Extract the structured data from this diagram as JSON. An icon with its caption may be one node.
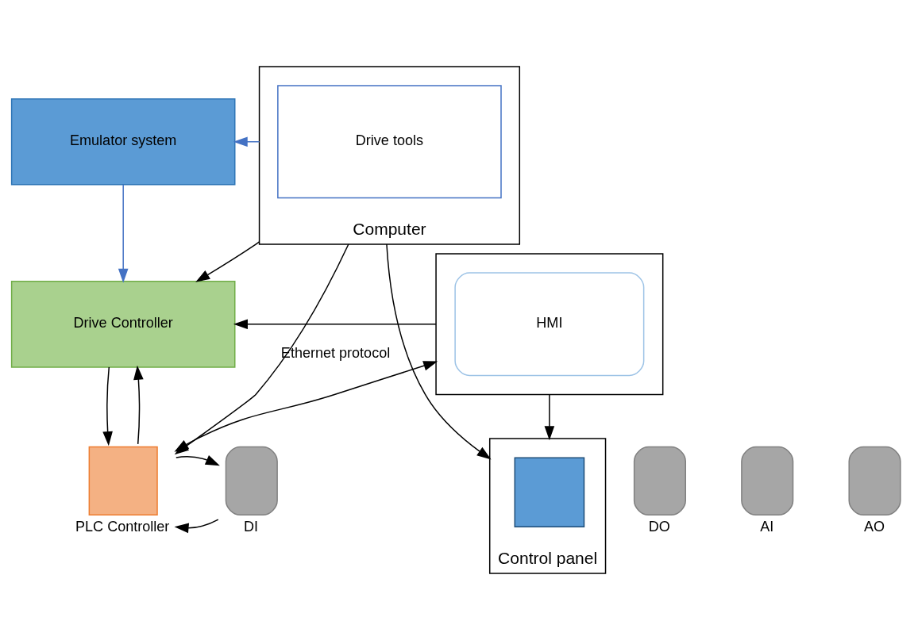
{
  "diagram": {
    "nodes": [
      {
        "text": [
          "Emulator system"
        ]
      },
      {
        "text": [
          "Drive Controller"
        ]
      },
      {
        "text": [
          "Computer"
        ]
      },
      {
        "text": [
          "Drive tools"
        ],
        "in": 2
      },
      {
        "text": [],
        "shape": "box"
      },
      {
        "text": [
          "HMI"
        ],
        "in": 4
      },
      {
        "text": [
          "PLC Controller"
        ]
      },
      {
        "text": [
          "DI"
        ]
      },
      {
        "text": [
          "DO"
        ]
      },
      {
        "text": [
          "AI"
        ]
      },
      {
        "text": [
          "AO"
        ]
      },
      {
        "text": [
          "Control panel"
        ]
      },
      {
        "text": [],
        "shape": "box",
        "in": 11
      }
    ],
    "edges": [
      {
        "from": 0,
        "to": 1,
        "arrow": "to",
        "color": "#4472c4"
      },
      {
        "from": 2,
        "to": 0,
        "arrow": "to",
        "color": "#4472c4"
      },
      {
        "from": 2,
        "to": 1,
        "arrow": "to"
      },
      {
        "from": 1,
        "to": 6,
        "arrow": "to"
      },
      {
        "from": 6,
        "to": 1,
        "arrow": "to"
      },
      {
        "from": 2,
        "to": 6,
        "arrow": "to",
        "label": "Ethernet protocol"
      },
      {
        "from": 4,
        "to": 6,
        "arrow": "both"
      },
      {
        "from": 4,
        "to": 1,
        "arrow": "to"
      },
      {
        "from": 4,
        "to": 11,
        "arrow": "to"
      },
      {
        "from": 7,
        "to": 6,
        "arrow": "to"
      },
      {
        "from": 6,
        "to": 7,
        "arrow": "to"
      },
      {
        "from": 2,
        "to": 11,
        "arrow": "to"
      }
    ]
  }
}
